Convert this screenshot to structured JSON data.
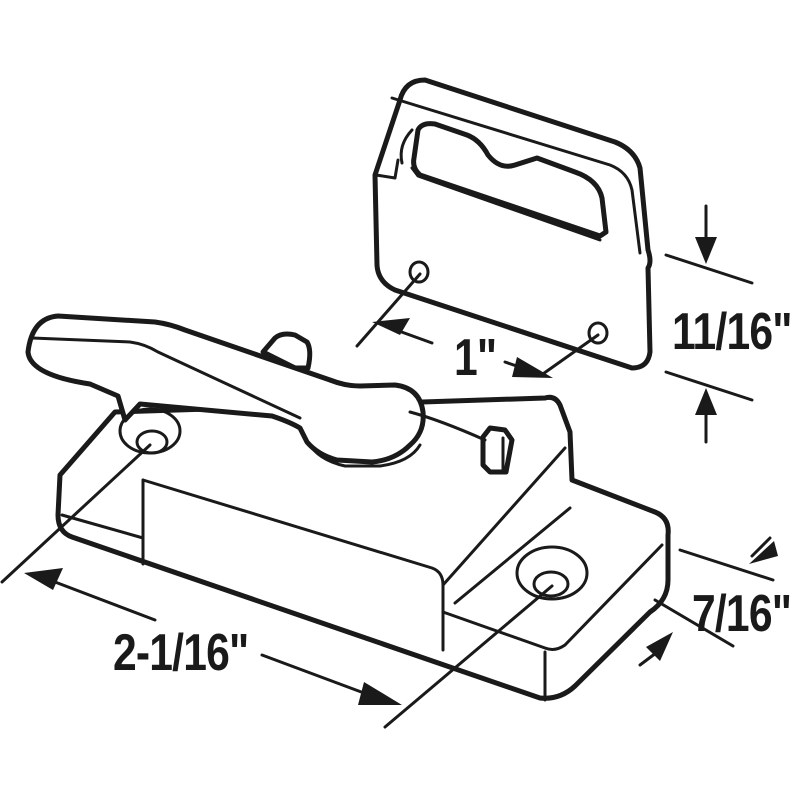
{
  "diagram": {
    "subject": "Window sash lock with keeper",
    "colors": {
      "line": "#1a1a1a",
      "background": "#ffffff"
    },
    "parts": [
      {
        "name": "keeper",
        "holes": 2
      },
      {
        "name": "sash-lock",
        "holes": 2,
        "has_lever_handle": true
      }
    ],
    "dimensions": {
      "keeper_hole_spacing": "1\"",
      "keeper_height": "11/16\"",
      "lock_hole_spacing": "2-1/16\"",
      "lock_base_width": "7/16\""
    }
  }
}
